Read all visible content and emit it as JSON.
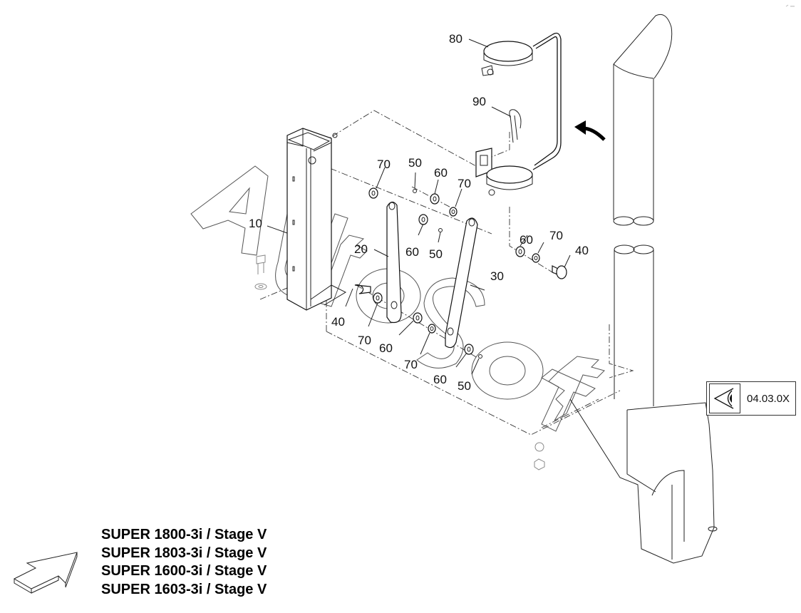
{
  "diagram": {
    "type": "exploded-parts-view",
    "watermark": "AutoSoft",
    "callouts": [
      {
        "id": "c80",
        "label": "80",
        "part": "exhaust-clamp-upper"
      },
      {
        "id": "c90",
        "label": "90",
        "part": "linch-pin"
      },
      {
        "id": "c70a",
        "label": "70",
        "part": "washer"
      },
      {
        "id": "c50a",
        "label": "50",
        "part": "circlip"
      },
      {
        "id": "c60a",
        "label": "60",
        "part": "washer"
      },
      {
        "id": "c70b",
        "label": "70",
        "part": "washer"
      },
      {
        "id": "c10",
        "label": "10",
        "part": "bracket"
      },
      {
        "id": "c20",
        "label": "20",
        "part": "link-arm"
      },
      {
        "id": "c60b",
        "label": "60",
        "part": "washer"
      },
      {
        "id": "c50b",
        "label": "50",
        "part": "circlip"
      },
      {
        "id": "c60c",
        "label": "60",
        "part": "washer"
      },
      {
        "id": "c70c",
        "label": "70",
        "part": "washer"
      },
      {
        "id": "c40a",
        "label": "40",
        "part": "pin"
      },
      {
        "id": "c30",
        "label": "30",
        "part": "link-arm"
      },
      {
        "id": "c40b",
        "label": "40",
        "part": "pin"
      },
      {
        "id": "c70d",
        "label": "70",
        "part": "washer"
      },
      {
        "id": "c60d",
        "label": "60",
        "part": "washer"
      },
      {
        "id": "c70e",
        "label": "70",
        "part": "washer"
      },
      {
        "id": "c60e",
        "label": "60",
        "part": "washer"
      },
      {
        "id": "c50c",
        "label": "50",
        "part": "circlip"
      }
    ]
  },
  "reference": {
    "icon": "eye-view-icon",
    "label": "04.03.0X"
  },
  "models": [
    "SUPER 1800-3i / Stage V",
    "SUPER 1803-3i / Stage V",
    "SUPER 1600-3i / Stage V",
    "SUPER 1603-3i / Stage V"
  ],
  "direction_icon": "travel-direction-arrow-icon"
}
